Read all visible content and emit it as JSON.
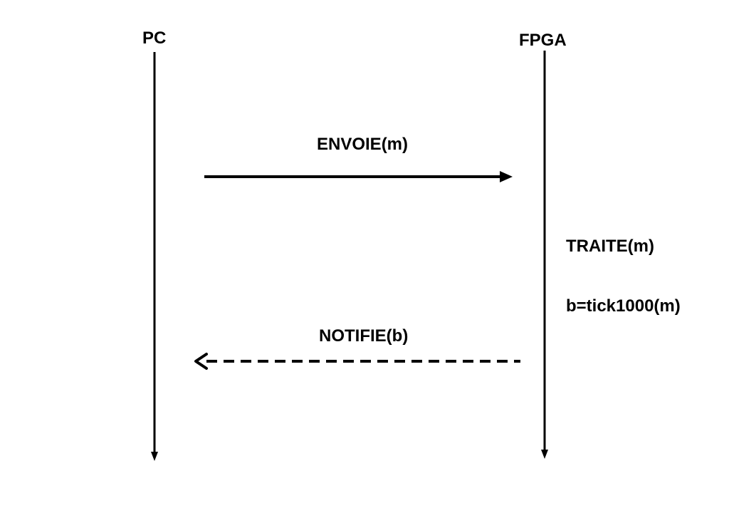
{
  "participants": {
    "pc": "PC",
    "fpga": "FPGA"
  },
  "messages": {
    "send": "ENVOIE(m)",
    "notify": "NOTIFIE(b)"
  },
  "fpga_actions": {
    "process": "TRAITE(m)",
    "compute": "b=tick1000(m)"
  }
}
